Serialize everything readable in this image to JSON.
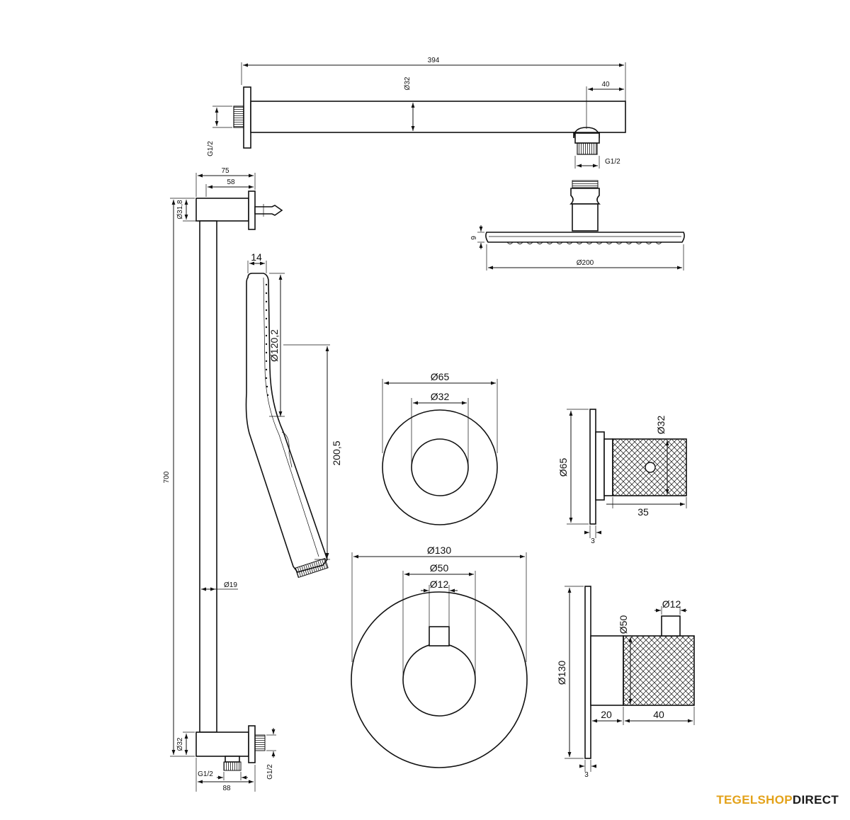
{
  "dimensions": {
    "arm_length": "394",
    "arm_diameter": "Ø32",
    "arm_offset": "40",
    "arm_thread_wall": "G1/2",
    "arm_thread_out": "G1/2",
    "head_height": "9",
    "head_diameter": "Ø200",
    "rail_depth": "75",
    "rail_depth_inner": "58",
    "rail_top_diameter": "Ø31,8",
    "rail_length": "700",
    "rail_tube_diameter": "Ø19",
    "rail_bottom_diameter": "Ø32",
    "rail_bottom_depth": "88",
    "rail_thread_left": "G1/2",
    "rail_thread_right": "G1/2",
    "hand_thickness": "14",
    "hand_head_diameter": "Ø120,2",
    "hand_length": "200,5",
    "small_rosette_outer": "Ø65",
    "small_rosette_inner": "Ø32",
    "small_side_height": "Ø65",
    "small_side_knob": "Ø32",
    "small_side_depth": "35",
    "small_side_plate": "3",
    "large_rosette_outer": "Ø130",
    "large_rosette_mid": "Ø50",
    "large_rosette_inner": "Ø12",
    "large_side_height": "Ø130",
    "large_side_knob": "Ø50",
    "large_side_stem": "Ø12",
    "large_side_body": "20",
    "large_side_knob_depth": "40",
    "large_side_plate": "3"
  },
  "brand": {
    "part1": "TEGELSHOP",
    "part2": "DIRECT"
  },
  "colors": {
    "brand_accent": "#e3a21a",
    "line": "#111111"
  }
}
